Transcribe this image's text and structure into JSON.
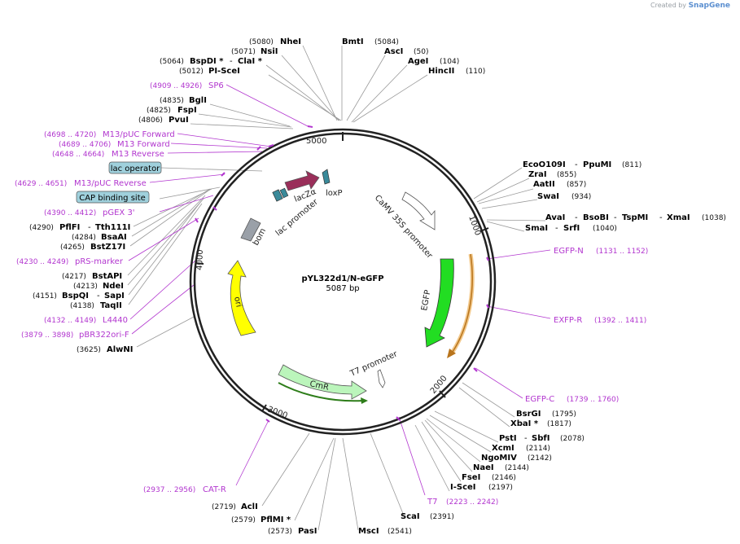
{
  "credit": {
    "prefix": "Created by",
    "brand": "SnapGene"
  },
  "plasmid": {
    "name": "pYL322d1/N-eGFP",
    "size_label": "5087 bp",
    "length": 5087
  },
  "ticks": [
    "1000",
    "2000",
    "3000",
    "4000",
    "5000"
  ],
  "colors": {
    "primer": "#b236cf",
    "enzyme": "#000000",
    "ring": "#222222"
  },
  "features": [
    {
      "label": "lacZα",
      "color": "#9a2f5a"
    },
    {
      "label": "loxP",
      "color": "#3a8a9a"
    },
    {
      "label": "CaMV 35S promoter",
      "color": "#ffffff"
    },
    {
      "label": "EGFP",
      "color": "#22dd22"
    },
    {
      "label": "T7 promoter",
      "color": "#ffffff"
    },
    {
      "label": "CmR",
      "color": "#bbf5bb"
    },
    {
      "label": "ori",
      "color": "#ffff00"
    },
    {
      "label": "bom",
      "color": "#9aa0a8"
    },
    {
      "label": "lac promoter",
      "color": "#ffffff"
    }
  ],
  "boxed_labels": [
    {
      "text": "lac operator"
    },
    {
      "text": "CAP binding site"
    }
  ],
  "sites_right": [
    {
      "name": "EcoO109I",
      "name2": "PpuMI",
      "pos": "(811)"
    },
    {
      "name": "ZraI",
      "pos": "(855)"
    },
    {
      "name": "AatII",
      "pos": "(857)"
    },
    {
      "name": "SwaI",
      "pos": "(934)"
    },
    {
      "name": "AvaI",
      "name2": "BsoBI",
      "name3": "TspMI",
      "name4": "XmaI",
      "pos": "(1038)"
    },
    {
      "name": "SmaI",
      "name2": "SrfI",
      "pos": "(1040)"
    }
  ],
  "primers_right": [
    {
      "name": "EGFP-N",
      "range": "(1131 .. 1152)"
    },
    {
      "name": "EXFP-R",
      "range": "(1392 .. 1411)"
    },
    {
      "name": "EGFP-C",
      "range": "(1739 .. 1760)"
    }
  ],
  "sites_bottom_right": [
    {
      "name": "BsrGI",
      "pos": "(1795)"
    },
    {
      "name": "XbaI *",
      "pos": "(1817)"
    },
    {
      "name": "PstI",
      "name2": "SbfI",
      "pos": "(2078)"
    },
    {
      "name": "XcmI",
      "pos": "(2114)"
    },
    {
      "name": "NgoMIV",
      "pos": "(2142)"
    },
    {
      "name": "NaeI",
      "pos": "(2144)"
    },
    {
      "name": "FseI",
      "pos": "(2146)"
    },
    {
      "name": "I-SceI",
      "pos": "(2197)"
    }
  ],
  "primer_t7": {
    "name": "T7",
    "range": "(2223 .. 2242)"
  },
  "sites_bottom": [
    {
      "name": "ScaI",
      "pos": "(2391)"
    },
    {
      "name": "MscI",
      "pos": "(2541)"
    },
    {
      "name": "PasI",
      "pos": "(2573)"
    },
    {
      "name": "PflMI *",
      "pos": "(2579)"
    },
    {
      "name": "AclI",
      "pos": "(2719)"
    }
  ],
  "primer_cat": {
    "name": "CAT-R",
    "range": "(2937 .. 2956)"
  },
  "sites_left": [
    {
      "name": "AlwNI",
      "pos": "(3625)"
    },
    {
      "name": "TaqII",
      "pos": "(4138)"
    },
    {
      "name": "BspQI",
      "name2": "SapI",
      "pos": "(4151)"
    },
    {
      "name": "NdeI",
      "pos": "(4213)"
    },
    {
      "name": "BstAPI",
      "pos": "(4217)"
    },
    {
      "name": "BstZ17I",
      "pos": "(4265)"
    },
    {
      "name": "BsaAI",
      "pos": "(4284)"
    },
    {
      "name": "PflFI",
      "name2": "Tth111I",
      "pos": "(4290)"
    }
  ],
  "primers_left": [
    {
      "name": "pBR322ori-F",
      "range": "(3879 .. 3898)"
    },
    {
      "name": "L4440",
      "range": "(4132 .. 4149)"
    },
    {
      "name": "pRS-marker",
      "range": "(4230 .. 4249)"
    },
    {
      "name": "pGEX 3'",
      "range": "(4390 .. 4412)"
    },
    {
      "name": "M13/pUC Reverse",
      "range": "(4629 .. 4651)"
    },
    {
      "name": "M13 Reverse",
      "range": "(4648 .. 4664)"
    },
    {
      "name": "M13 Forward",
      "range": "(4689 .. 4706)"
    },
    {
      "name": "M13/pUC Forward",
      "range": "(4698 .. 4720)"
    }
  ],
  "sites_top_left": [
    {
      "name": "PvuI",
      "pos": "(4806)"
    },
    {
      "name": "FspI",
      "pos": "(4825)"
    },
    {
      "name": "BglI",
      "pos": "(4835)"
    }
  ],
  "primer_sp6": {
    "name": "SP6",
    "range": "(4909 .. 4926)"
  },
  "sites_top": [
    {
      "name": "PI-SceI",
      "pos": "(5012)"
    },
    {
      "name": "BspDI *",
      "name2": "ClaI *",
      "pos": "(5064)"
    },
    {
      "name": "NsiI",
      "pos": "(5071)"
    },
    {
      "name": "NheI",
      "pos": "(5080)"
    },
    {
      "name": "BmtI",
      "pos": "(5084)"
    },
    {
      "name": "AscI",
      "pos": "(50)"
    },
    {
      "name": "AgeI",
      "pos": "(104)"
    },
    {
      "name": "HincII",
      "pos": "(110)"
    }
  ]
}
